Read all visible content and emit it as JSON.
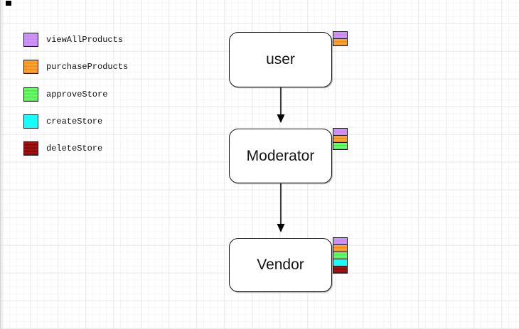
{
  "legend": {
    "items": [
      {
        "id": "viewAllProducts",
        "label": "viewAllProducts",
        "color": "#CE93F8",
        "stripe": "#C589EF"
      },
      {
        "id": "purchaseProducts",
        "label": "purchaseProducts",
        "color": "#FFA133",
        "stripe": "#ED8D15"
      },
      {
        "id": "approveStore",
        "label": "approveStore",
        "color": "#68FD68",
        "stripe": "#4FE44F"
      },
      {
        "id": "createStore",
        "label": "createStore",
        "color": "#16FFFF",
        "stripe": "#16FFFF"
      },
      {
        "id": "deleteStore",
        "label": "deleteStore",
        "color": "#A31111",
        "stripe": "#7C0505"
      }
    ]
  },
  "nodes": [
    {
      "id": "user",
      "label": "user",
      "permissions": [
        "viewAllProducts",
        "purchaseProducts"
      ]
    },
    {
      "id": "moderator",
      "label": "Moderator",
      "permissions": [
        "viewAllProducts",
        "purchaseProducts",
        "approveStore"
      ]
    },
    {
      "id": "vendor",
      "label": "Vendor",
      "permissions": [
        "viewAllProducts",
        "purchaseProducts",
        "approveStore",
        "createStore",
        "deleteStore"
      ]
    }
  ],
  "edges": [
    {
      "from": "user",
      "to": "moderator"
    },
    {
      "from": "moderator",
      "to": "vendor"
    }
  ],
  "colors": {
    "node_fill": "#ffffff",
    "node_border": "#141414",
    "edge": "#000000",
    "grid_major": "#e9e9e9",
    "grid_minor": "#f6f6f6",
    "text": "#111111"
  }
}
